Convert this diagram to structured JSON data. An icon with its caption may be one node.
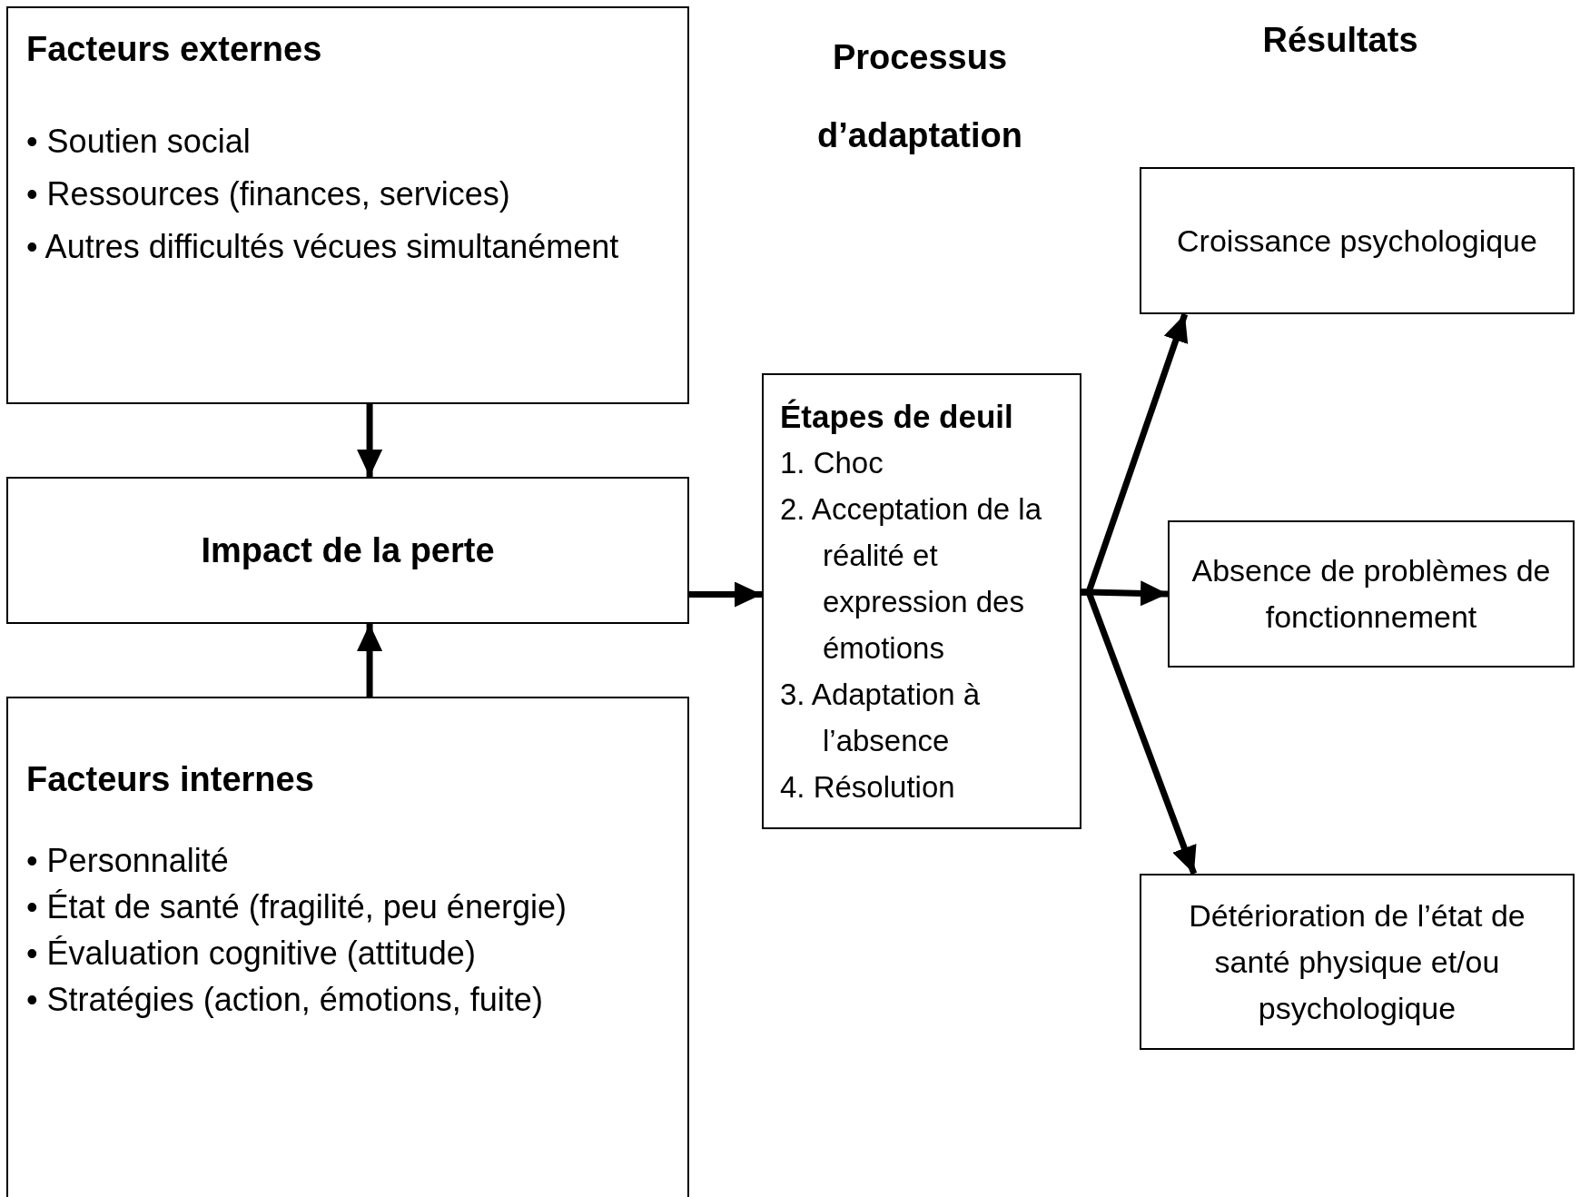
{
  "diagram": {
    "nodes": [
      {
        "text": [
          "Facteurs externes",
          "• Soutien social",
          "• Ressources (finances, services)",
          "• Autres difficultés vécues simultanément"
        ]
      },
      {
        "text": [
          "Impact de la perte"
        ]
      },
      {
        "text": [
          "Facteurs internes",
          "• Personnalité",
          "• État de santé (fragilité, peu énergie)",
          "• Évaluation cognitive (attitude)",
          "• Stratégies (action, émotions, fuite)"
        ]
      },
      {
        "text": [
          "Étapes de deuil",
          "1. Choc",
          "2. Acceptation de la réalité et expression des émotions",
          "3. Adaptation à l’absence",
          "4. Résolution"
        ]
      },
      {
        "text": [
          "Croissance psychologique"
        ]
      },
      {
        "text": [
          "Absence de problèmes de fonctionnement"
        ]
      },
      {
        "text": [
          "Détérioration de l’état de santé physique et/ou psychologique"
        ]
      }
    ],
    "edges": [
      {
        "from": 0,
        "to": 1,
        "arrow": "to"
      },
      {
        "from": 2,
        "to": 1,
        "arrow": "to"
      },
      {
        "from": 1,
        "to": 3,
        "arrow": "to"
      },
      {
        "from": 3,
        "to": 4,
        "arrow": "to"
      },
      {
        "from": 3,
        "to": 5,
        "arrow": "to"
      },
      {
        "from": 3,
        "to": 6,
        "arrow": "to"
      }
    ],
    "labels": [
      "Processus d’adaptation",
      "Résultats"
    ]
  }
}
